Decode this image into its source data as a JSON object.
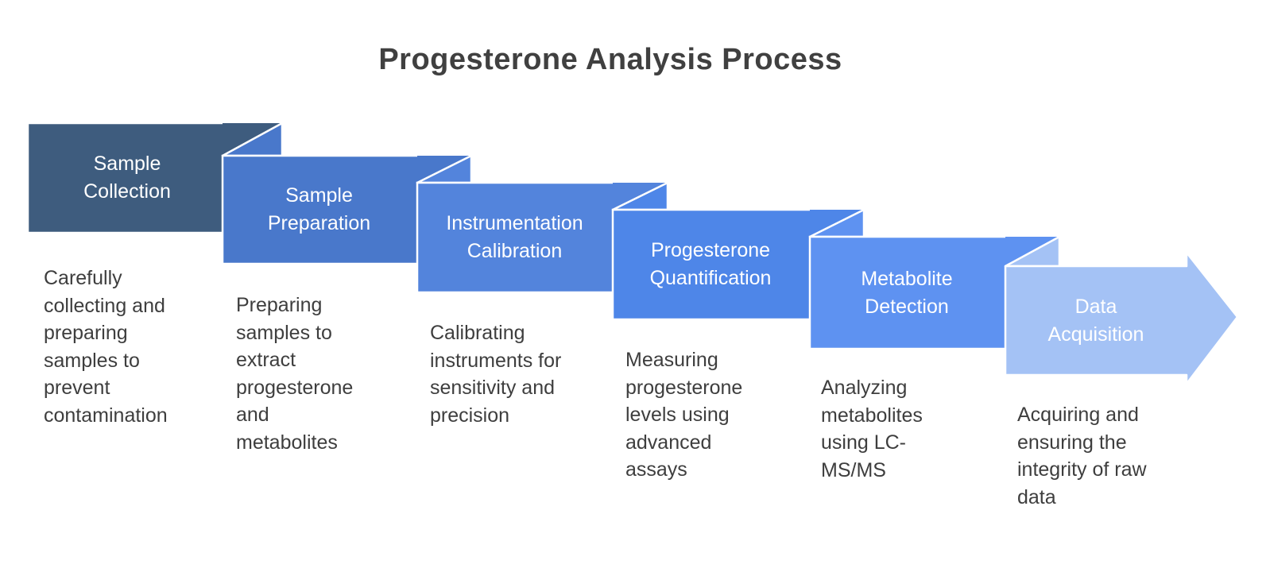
{
  "title": "Progesterone Analysis Process",
  "colors": {
    "background": "#FFFFFF",
    "outline": "#FFFFFF",
    "title_text": "#404040",
    "label_text": "#FFFFFF",
    "description_text": "#3E3E3E"
  },
  "steps": [
    {
      "label": "Sample\nCollection",
      "description": "Carefully\ncollecting and\npreparing\nsamples to\nprevent\ncontamination",
      "color": "#3E5C7E"
    },
    {
      "label": "Sample\nPreparation",
      "description": "Preparing\nsamples to\nextract\nprogesterone\nand\nmetabolites",
      "color": "#4978CB"
    },
    {
      "label": "Instrumentation\nCalibration",
      "description": "Calibrating\ninstruments for\nsensitivity and\nprecision",
      "color": "#5384DC"
    },
    {
      "label": "Progesterone\nQuantification",
      "description": "Measuring\nprogesterone\nlevels using\nadvanced\nassays",
      "color": "#4E86E8"
    },
    {
      "label": "Metabolite\nDetection",
      "description": "Analyzing\nmetabolites\nusing LC-\nMS/MS",
      "color": "#5E92F1"
    },
    {
      "label": "Data\nAcquisition",
      "description": "Acquiring and\nensuring the\nintegrity of raw\ndata",
      "color": "#A4C2F5"
    }
  ]
}
